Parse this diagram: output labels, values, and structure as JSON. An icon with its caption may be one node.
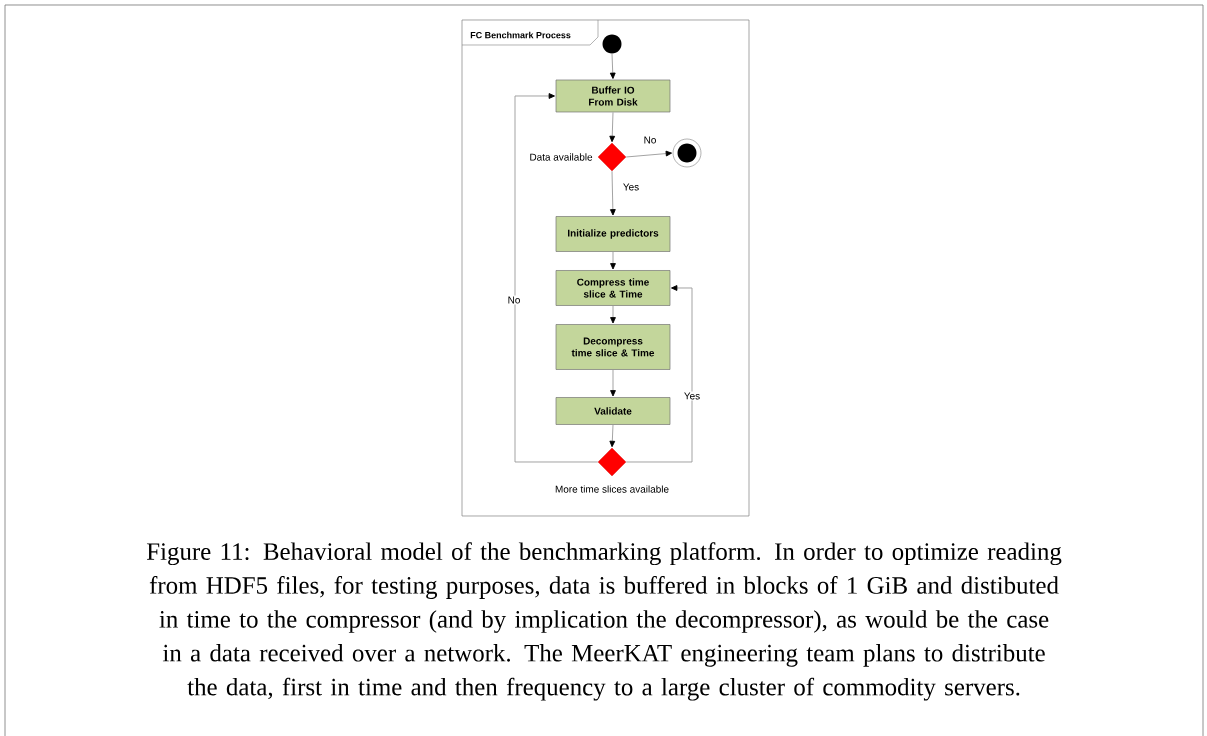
{
  "diagram": {
    "caption": "Figure 11: Behavioral model of the benchmarking platform. In order to optimize reading from HDF5 files, for testing purposes, data is buffered in blocks of 1 GiB and distibuted in time to the compressor (and by implication the decompressor), as would be the case in a data received over a network. The MeerKAT engineering team plans to distribute the data, first in time and then frequency to a large cluster of commodity servers.",
    "nodes": [
      {
        "text": [
          "FC Benchmark Process"
        ]
      },
      {
        "text": [],
        "shape": "circle",
        "in": 0
      },
      {
        "text": [
          "Buffer IO From Disk"
        ],
        "in": 0
      },
      {
        "text": [],
        "shape": "diamond",
        "in": 0,
        "beside": [
          "Data available"
        ]
      },
      {
        "text": [],
        "shape": "circle",
        "in": 0
      },
      {
        "text": [
          "Initialize predictors"
        ],
        "in": 0
      },
      {
        "text": [
          "Compress time slice & Time"
        ],
        "in": 0
      },
      {
        "text": [
          "Decompress time slice & Time"
        ],
        "in": 0
      },
      {
        "text": [
          "Validate"
        ],
        "in": 0
      },
      {
        "text": [],
        "shape": "diamond",
        "in": 0,
        "beside": [
          "More time slices available"
        ]
      }
    ],
    "edges": [
      {
        "from": 1,
        "to": 2,
        "arrow": "to"
      },
      {
        "from": 2,
        "to": 3,
        "arrow": "to"
      },
      {
        "from": 3,
        "to": 4,
        "arrow": "to",
        "label": "No"
      },
      {
        "from": 3,
        "to": 5,
        "arrow": "to",
        "label": "Yes"
      },
      {
        "from": 5,
        "to": 6,
        "arrow": "to"
      },
      {
        "from": 6,
        "to": 7,
        "arrow": "to"
      },
      {
        "from": 7,
        "to": 8,
        "arrow": "to"
      },
      {
        "from": 8,
        "to": 9,
        "arrow": "to"
      },
      {
        "from": 9,
        "to": 6,
        "arrow": "to",
        "label": "Yes"
      },
      {
        "from": 9,
        "to": 2,
        "arrow": "to",
        "label": "No"
      }
    ]
  }
}
